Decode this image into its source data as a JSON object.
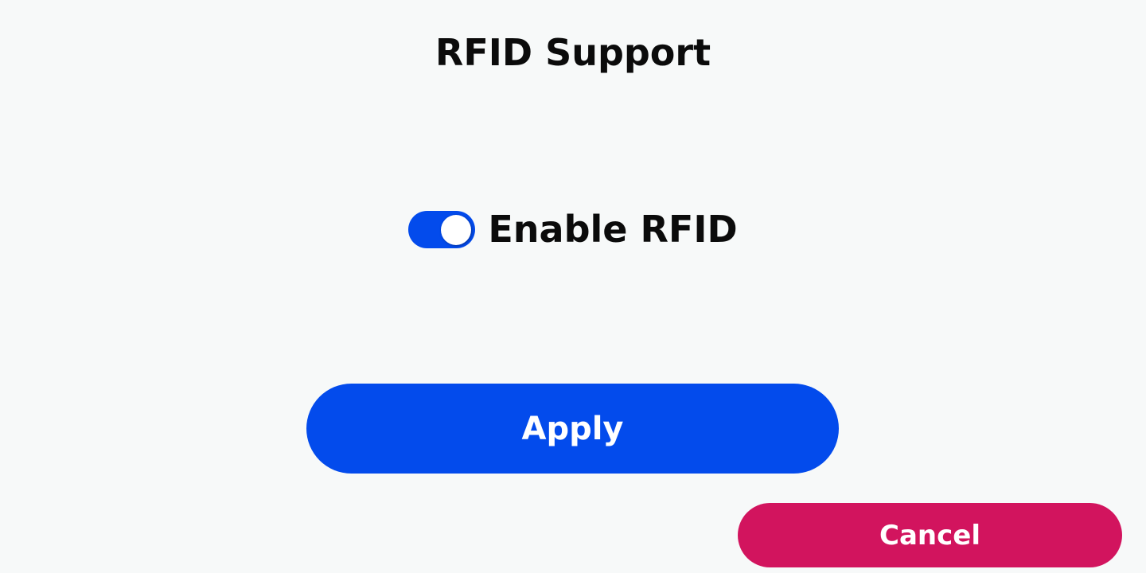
{
  "page": {
    "title": "RFID Support"
  },
  "toggle": {
    "label": "Enable RFID",
    "checked": true,
    "on_color": "#034bec"
  },
  "actions": {
    "apply_label": "Apply",
    "cancel_label": "Cancel",
    "apply_color": "#034bec",
    "cancel_color": "#d2145e"
  }
}
